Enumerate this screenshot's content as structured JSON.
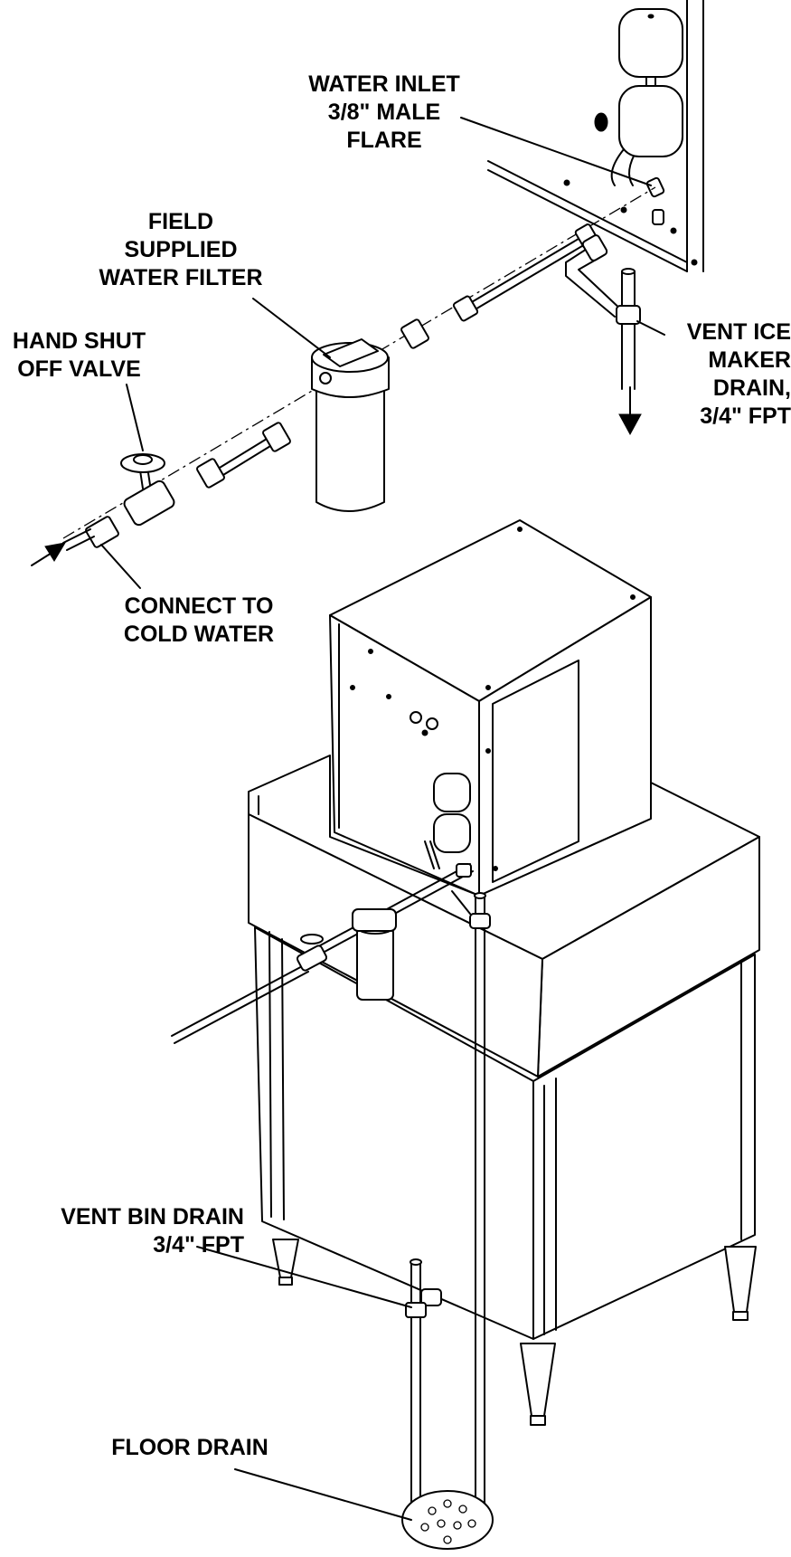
{
  "labels": {
    "water_inlet": [
      "WATER INLET",
      "3/8\" MALE",
      "FLARE"
    ],
    "water_filter": [
      "FIELD",
      "SUPPLIED",
      "WATER FILTER"
    ],
    "shutoff_valve": [
      "HAND SHUT",
      "OFF VALVE"
    ],
    "vent_ice_maker_drain": [
      "VENT ICE",
      "MAKER",
      "DRAIN,",
      "3/4\" FPT"
    ],
    "cold_water": [
      "CONNECT TO",
      "COLD WATER"
    ],
    "vent_bin_drain": [
      "VENT BIN DRAIN",
      "3/4\" FPT"
    ],
    "floor_drain": [
      "FLOOR DRAIN"
    ]
  },
  "colors": {
    "ink": "#000000",
    "paper": "#ffffff"
  }
}
